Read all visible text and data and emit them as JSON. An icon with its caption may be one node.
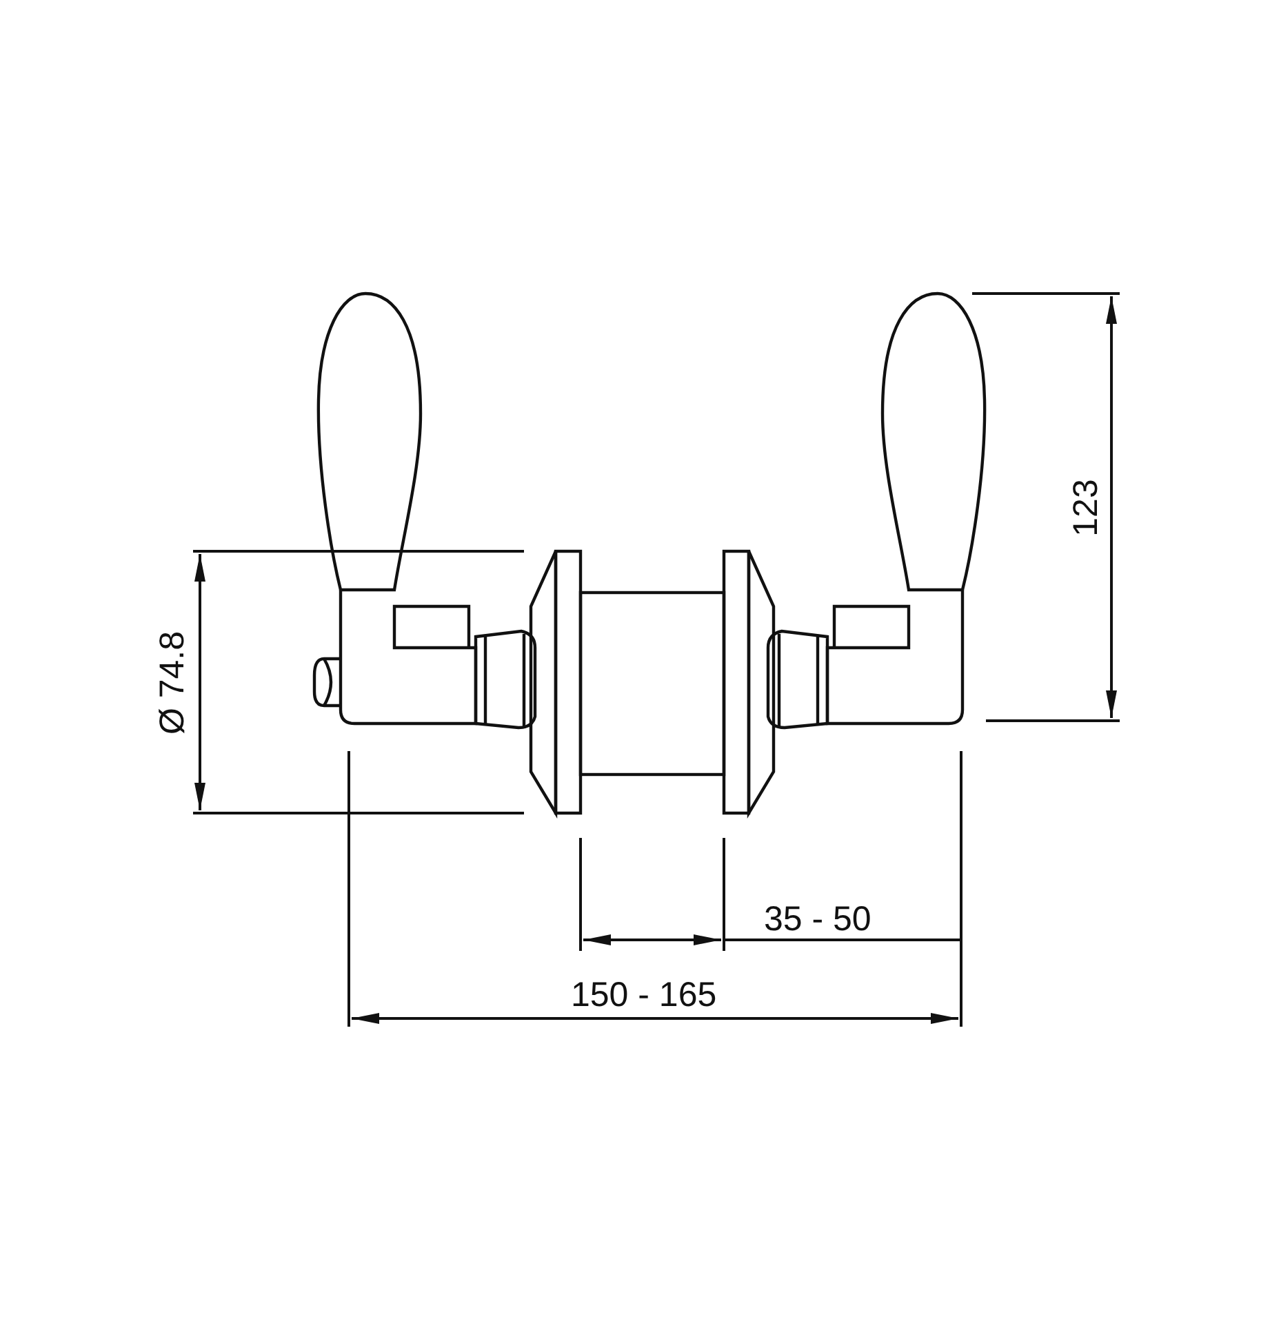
{
  "diagram": {
    "labels": [
      "123",
      "Ø 74.8",
      "35 - 50",
      "150 - 165"
    ]
  }
}
